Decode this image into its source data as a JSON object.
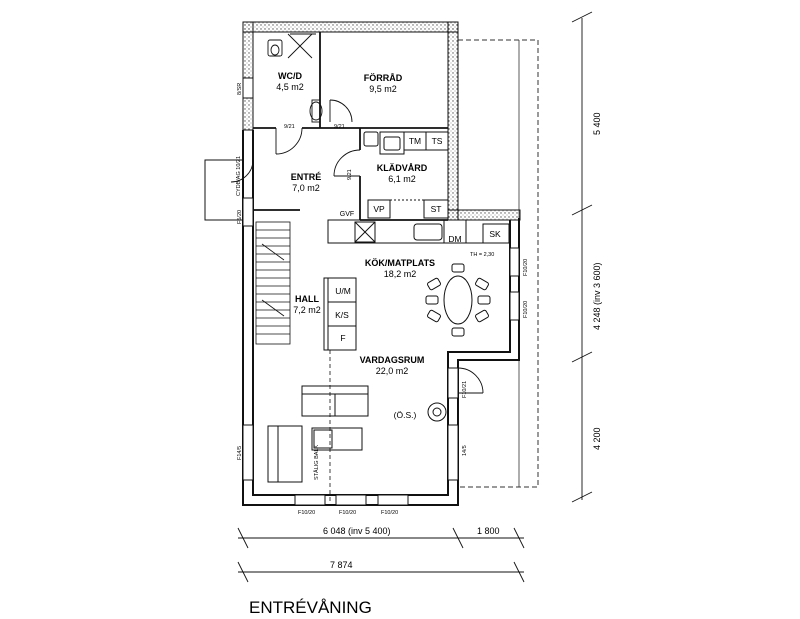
{
  "title": "ENTRÉVÅNING",
  "rooms": {
    "wc": {
      "name": "WC/D",
      "area": "4,5 m2"
    },
    "forrad": {
      "name": "FÖRRÅD",
      "area": "9,5 m2"
    },
    "entre": {
      "name": "ENTRÉ",
      "area": "7,0 m2"
    },
    "kladvard": {
      "name": "KLÄDVÅRD",
      "area": "6,1 m2"
    },
    "kok": {
      "name": "KÖK/MATPLATS",
      "area": "18,2 m2"
    },
    "hall": {
      "name": "HALL",
      "area": "7,2 m2"
    },
    "vardagsrum": {
      "name": "VARDAGSRUM",
      "area": "22,0 m2"
    }
  },
  "fixtures": {
    "tm": "TM",
    "ts": "TS",
    "vp": "VP",
    "st": "ST",
    "gvf": "GVF",
    "dm": "DM",
    "sk": "SK",
    "um": "U/M",
    "ks": "K/S",
    "f": "F",
    "os": "(Ö.S.)",
    "th": "TH = 2,30",
    "balk": "STÅLIG BALK"
  },
  "door_labels": {
    "d1": "9/21",
    "d2": "9/21",
    "d3": "9/21",
    "d4": "8/SR",
    "d5": "CYDB/AG 10/21",
    "d6": "F5/20",
    "d7": "F14/5",
    "d8": "F10/21",
    "d9": "14/5",
    "d10": "F10/20",
    "d11": "F10/20"
  },
  "window_labels": {
    "w1": "F10/20",
    "w2": "F10/20",
    "w3": "F10/20"
  },
  "dimensions": {
    "right_top": "5 400",
    "right_mid": "4 248 (inv 3 600)",
    "right_bottom": "4 200",
    "bottom_main": "6 048 (inv 5 400)",
    "bottom_ext": "1 800",
    "bottom_total": "7 874"
  }
}
